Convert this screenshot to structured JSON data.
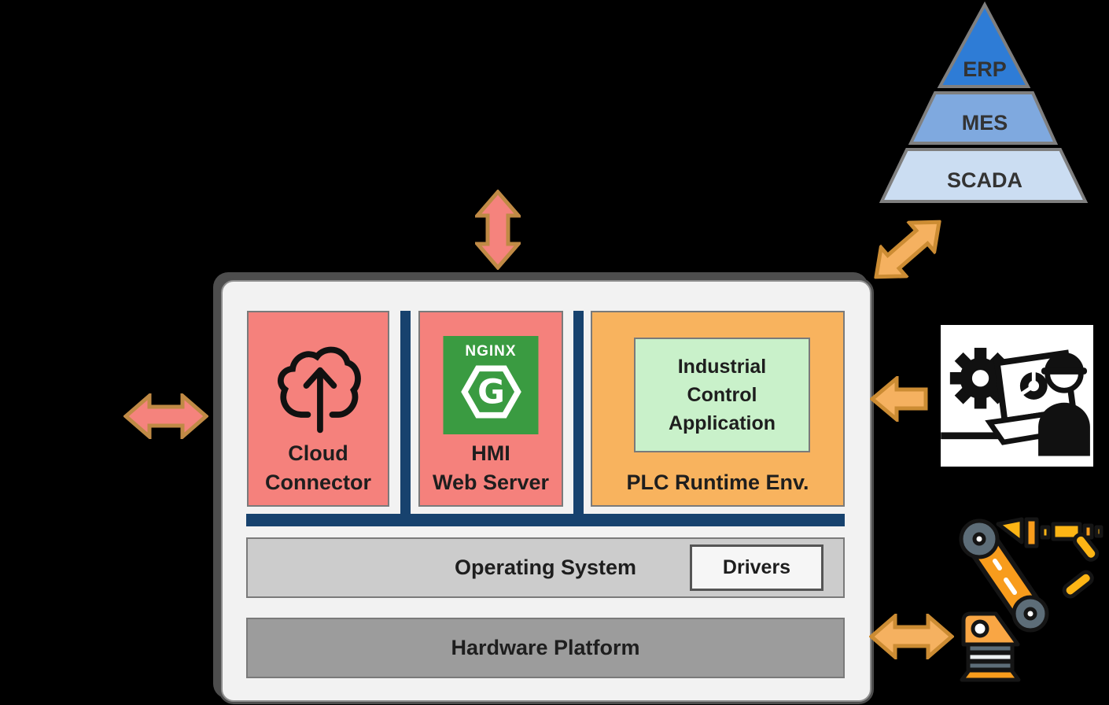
{
  "stack": {
    "modules": [
      {
        "label_line1": "Cloud",
        "label_line2": "Connector"
      },
      {
        "label_line1": "HMI",
        "label_line2": "Web Server",
        "nginx": {
          "wordmark": "NGINX",
          "glyph": "G"
        }
      },
      {
        "label": "PLC Runtime Env.",
        "app": {
          "line1": "Industrial",
          "line2": "Control",
          "line3": "Application"
        }
      }
    ],
    "os_layer": {
      "label": "Operating System",
      "drivers_label": "Drivers"
    },
    "hardware_layer": {
      "label": "Hardware Platform"
    }
  },
  "pyramid": {
    "levels": [
      {
        "label": "ERP",
        "color": "#2E7CD6"
      },
      {
        "label": "MES",
        "color": "#7FA9DF"
      },
      {
        "label": "SCADA",
        "color": "#CBDDF2"
      }
    ]
  },
  "icons": {
    "cloud": "cloud-upload-icon",
    "nginx": "nginx-logo",
    "engineer": "engineer-with-laptop-icon",
    "robot": "robot-arm-icon"
  },
  "colors": {
    "background": "#000000",
    "panel": "#F2F2F2",
    "module_red": "#F5817C",
    "module_orange": "#F8B35E",
    "app_green": "#C9F1CA",
    "bus_navy": "#17426E",
    "os_gray": "#CCCCCC",
    "hardware_gray": "#9C9C9C",
    "nginx_green": "#3A9B41",
    "arrow_salmon": "#F5837D",
    "arrow_salmon_border": "#C08A45",
    "arrow_orange": "#F5B160",
    "arrow_orange_border": "#CC8C33"
  }
}
